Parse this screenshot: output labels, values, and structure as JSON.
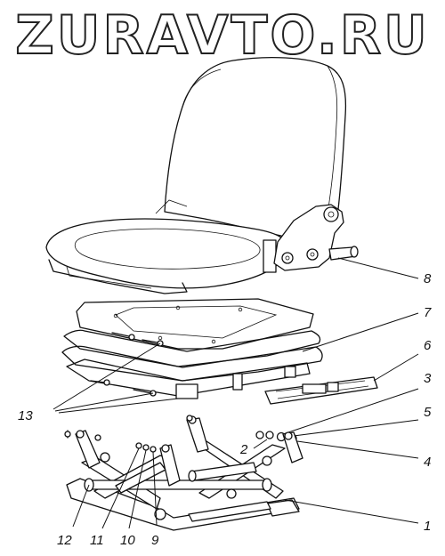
{
  "watermark": "ZURAVTO.RU",
  "callouts": [
    {
      "id": "c8",
      "text": "8"
    },
    {
      "id": "c7",
      "text": "7"
    },
    {
      "id": "c6",
      "text": "6"
    },
    {
      "id": "c3",
      "text": "3"
    },
    {
      "id": "c5",
      "text": "5"
    },
    {
      "id": "c2",
      "text": "2"
    },
    {
      "id": "c4",
      "text": "4"
    },
    {
      "id": "c13",
      "text": "13"
    },
    {
      "id": "c1",
      "text": "1"
    },
    {
      "id": "c12",
      "text": "12"
    },
    {
      "id": "c11",
      "text": "11"
    },
    {
      "id": "c10",
      "text": "10"
    },
    {
      "id": "c9",
      "text": "9"
    }
  ]
}
